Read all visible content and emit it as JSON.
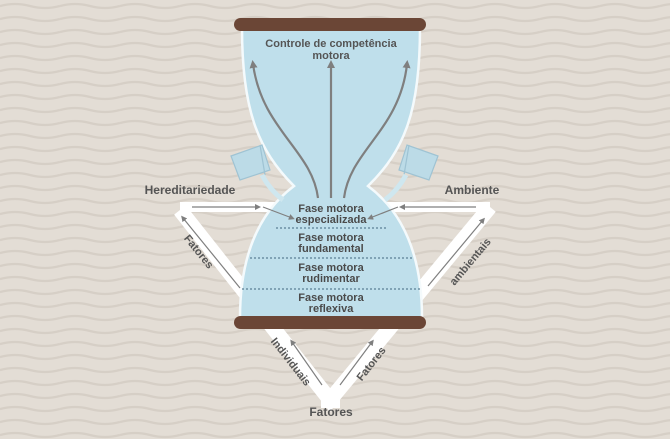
{
  "diagram": {
    "top_label_line1": "Controle de competência",
    "top_label_line2": "motora",
    "phases": [
      {
        "line1": "Fase motora",
        "line2": "especializada"
      },
      {
        "line1": "Fase motora",
        "line2": "fundamental"
      },
      {
        "line1": "Fase motora",
        "line2": "rudimentar"
      },
      {
        "line1": "Fase motora",
        "line2": "reflexiva"
      }
    ],
    "left_label": "Hereditariedade",
    "right_label": "Ambiente",
    "left_factor": "Fatores",
    "right_factor": "ambientais",
    "bottom_left": "Individuais",
    "bottom_right": "Fatores",
    "bottom_label": "Fatores"
  },
  "colors": {
    "background": "#e3ddd5",
    "glass": "#bfdfeb",
    "glass_stroke": "#f4fafc",
    "wood": "#6b4636",
    "arrow": "#7f7f7f",
    "text": "#555555",
    "frame": "#ffffff"
  }
}
